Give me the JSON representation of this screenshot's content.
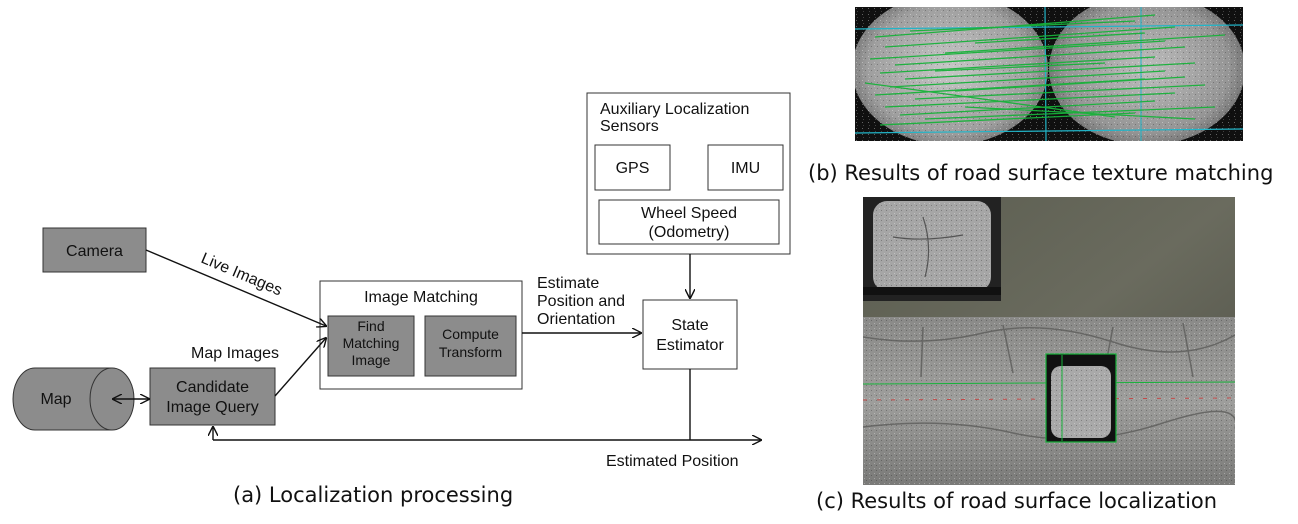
{
  "diagram": {
    "camera": "Camera",
    "map": "Map",
    "candidate_query_line1": "Candidate",
    "candidate_query_line2": "Image Query",
    "live_images": "Live Images",
    "map_images": "Map Images",
    "image_matching": "Image Matching",
    "find_matching_line1": "Find",
    "find_matching_line2": "Matching",
    "find_matching_line3": "Image",
    "compute_line1": "Compute",
    "compute_line2": "Transform",
    "estimate_line1": "Estimate",
    "estimate_line2": "Position and",
    "estimate_line3": "Orientation",
    "state_line1": "State",
    "state_line2": "Estimator",
    "aux_line1": "Auxiliary Localization",
    "aux_line2": "Sensors",
    "gps": "GPS",
    "imu": "IMU",
    "wheel_line1": "Wheel Speed",
    "wheel_line2": "(Odometry)",
    "estimated_position": "Estimated Position"
  },
  "captions": {
    "a": "(a) Localization processing",
    "b": "(b) Results of road surface texture matching",
    "c": "(c) Results of road surface localization"
  },
  "colors": {
    "box_fill": "#8c8c8c",
    "line": "#111111",
    "match_lines": "#18b23a",
    "cyan_lines": "#22b5c8"
  }
}
